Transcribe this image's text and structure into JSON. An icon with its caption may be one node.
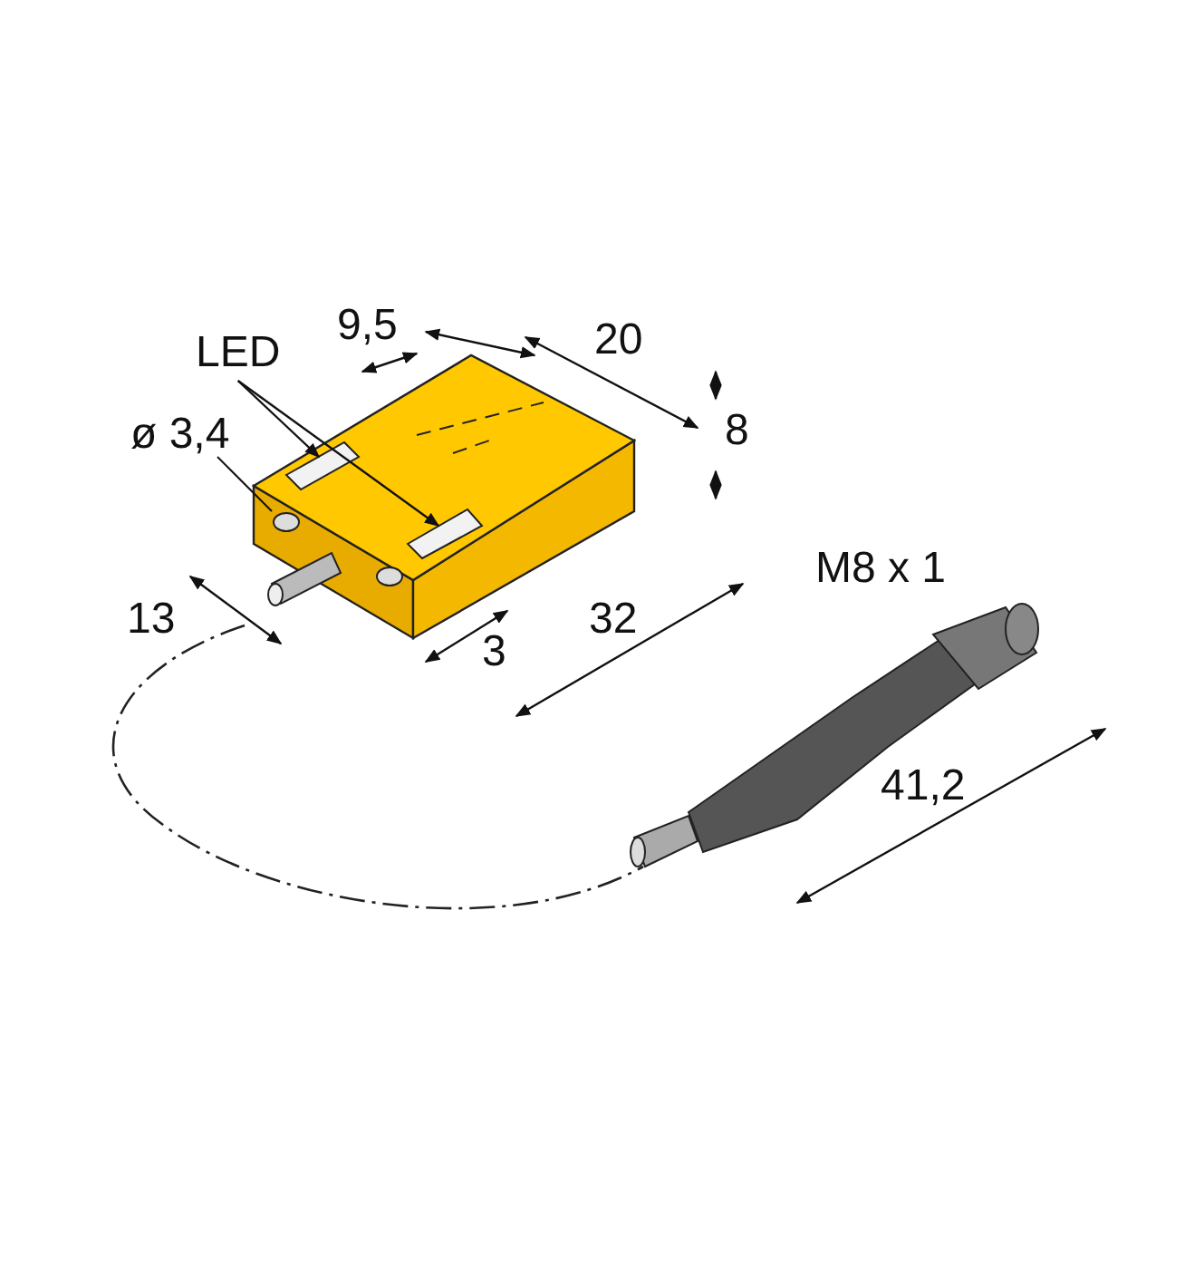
{
  "diagram": {
    "nodes": [
      {
        "text": [
          "LED"
        ]
      },
      {
        "text": [],
        "shape": "picture"
      },
      {
        "text": [],
        "shape": "picture"
      }
    ],
    "edges": [
      {
        "from": 0,
        "to": 1,
        "arrow": "to"
      },
      {
        "from": 0,
        "to": 2,
        "arrow": "to"
      }
    ],
    "labels": [
      "9,5",
      "20",
      "8",
      "ø 3,4",
      "13",
      "3",
      "32",
      "M8 x 1",
      "41,2"
    ]
  }
}
